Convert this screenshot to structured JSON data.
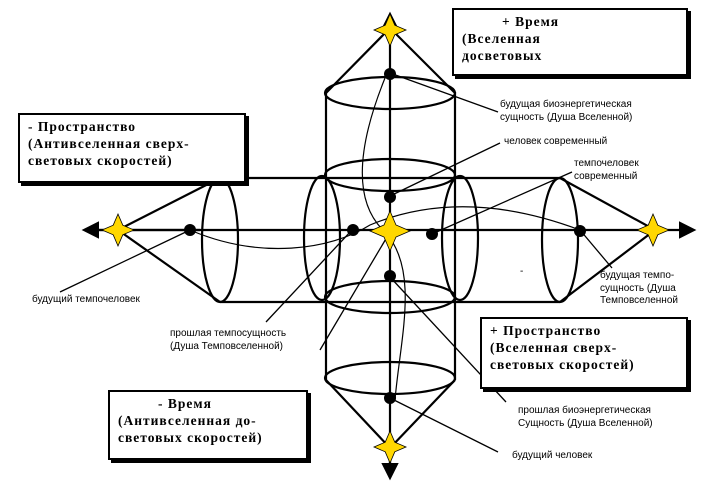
{
  "boxes": {
    "time_plus": {
      "line1": "+  Время",
      "line2": "(Вселенная",
      "line3": "досветовых"
    },
    "space_minus": {
      "line1": "- Пространство",
      "line2": "(Антивселенная сверх-",
      "line3": "световых скоростей)"
    },
    "space_plus": {
      "line1": "+ Пространство",
      "line2": "(Вселенная сверх-",
      "line3": "световых скоростей)"
    },
    "time_minus": {
      "line1": "-  Время",
      "line2": "(Антивселенная до-",
      "line3": "световых скоростей)"
    }
  },
  "labels": {
    "future_bio": {
      "line1": "будущая биоэнергетическая",
      "line2": "сущность (Душа Вселенной)"
    },
    "modern_human": "человек современный",
    "modern_tempo": {
      "line1": "темпочеловек",
      "line2": "современный"
    },
    "future_tempo_human": "будущий темпочеловек",
    "future_tempo_essence": {
      "line1": "будущая темпо-",
      "line2": "сущность (Душа",
      "line3": "Темповселенной"
    },
    "past_tempo_essence": {
      "line1": "прошлая темпосущность",
      "line2": "(Душа Темповселенной)"
    },
    "past_bio": {
      "line1": "прошлая биоэнергетическая",
      "line2": "Сущность (Душа Вселенной)"
    },
    "future_human": "будущий человек",
    "dash_mark": "-"
  },
  "colors": {
    "star": "#FFD700",
    "line": "#000000"
  }
}
